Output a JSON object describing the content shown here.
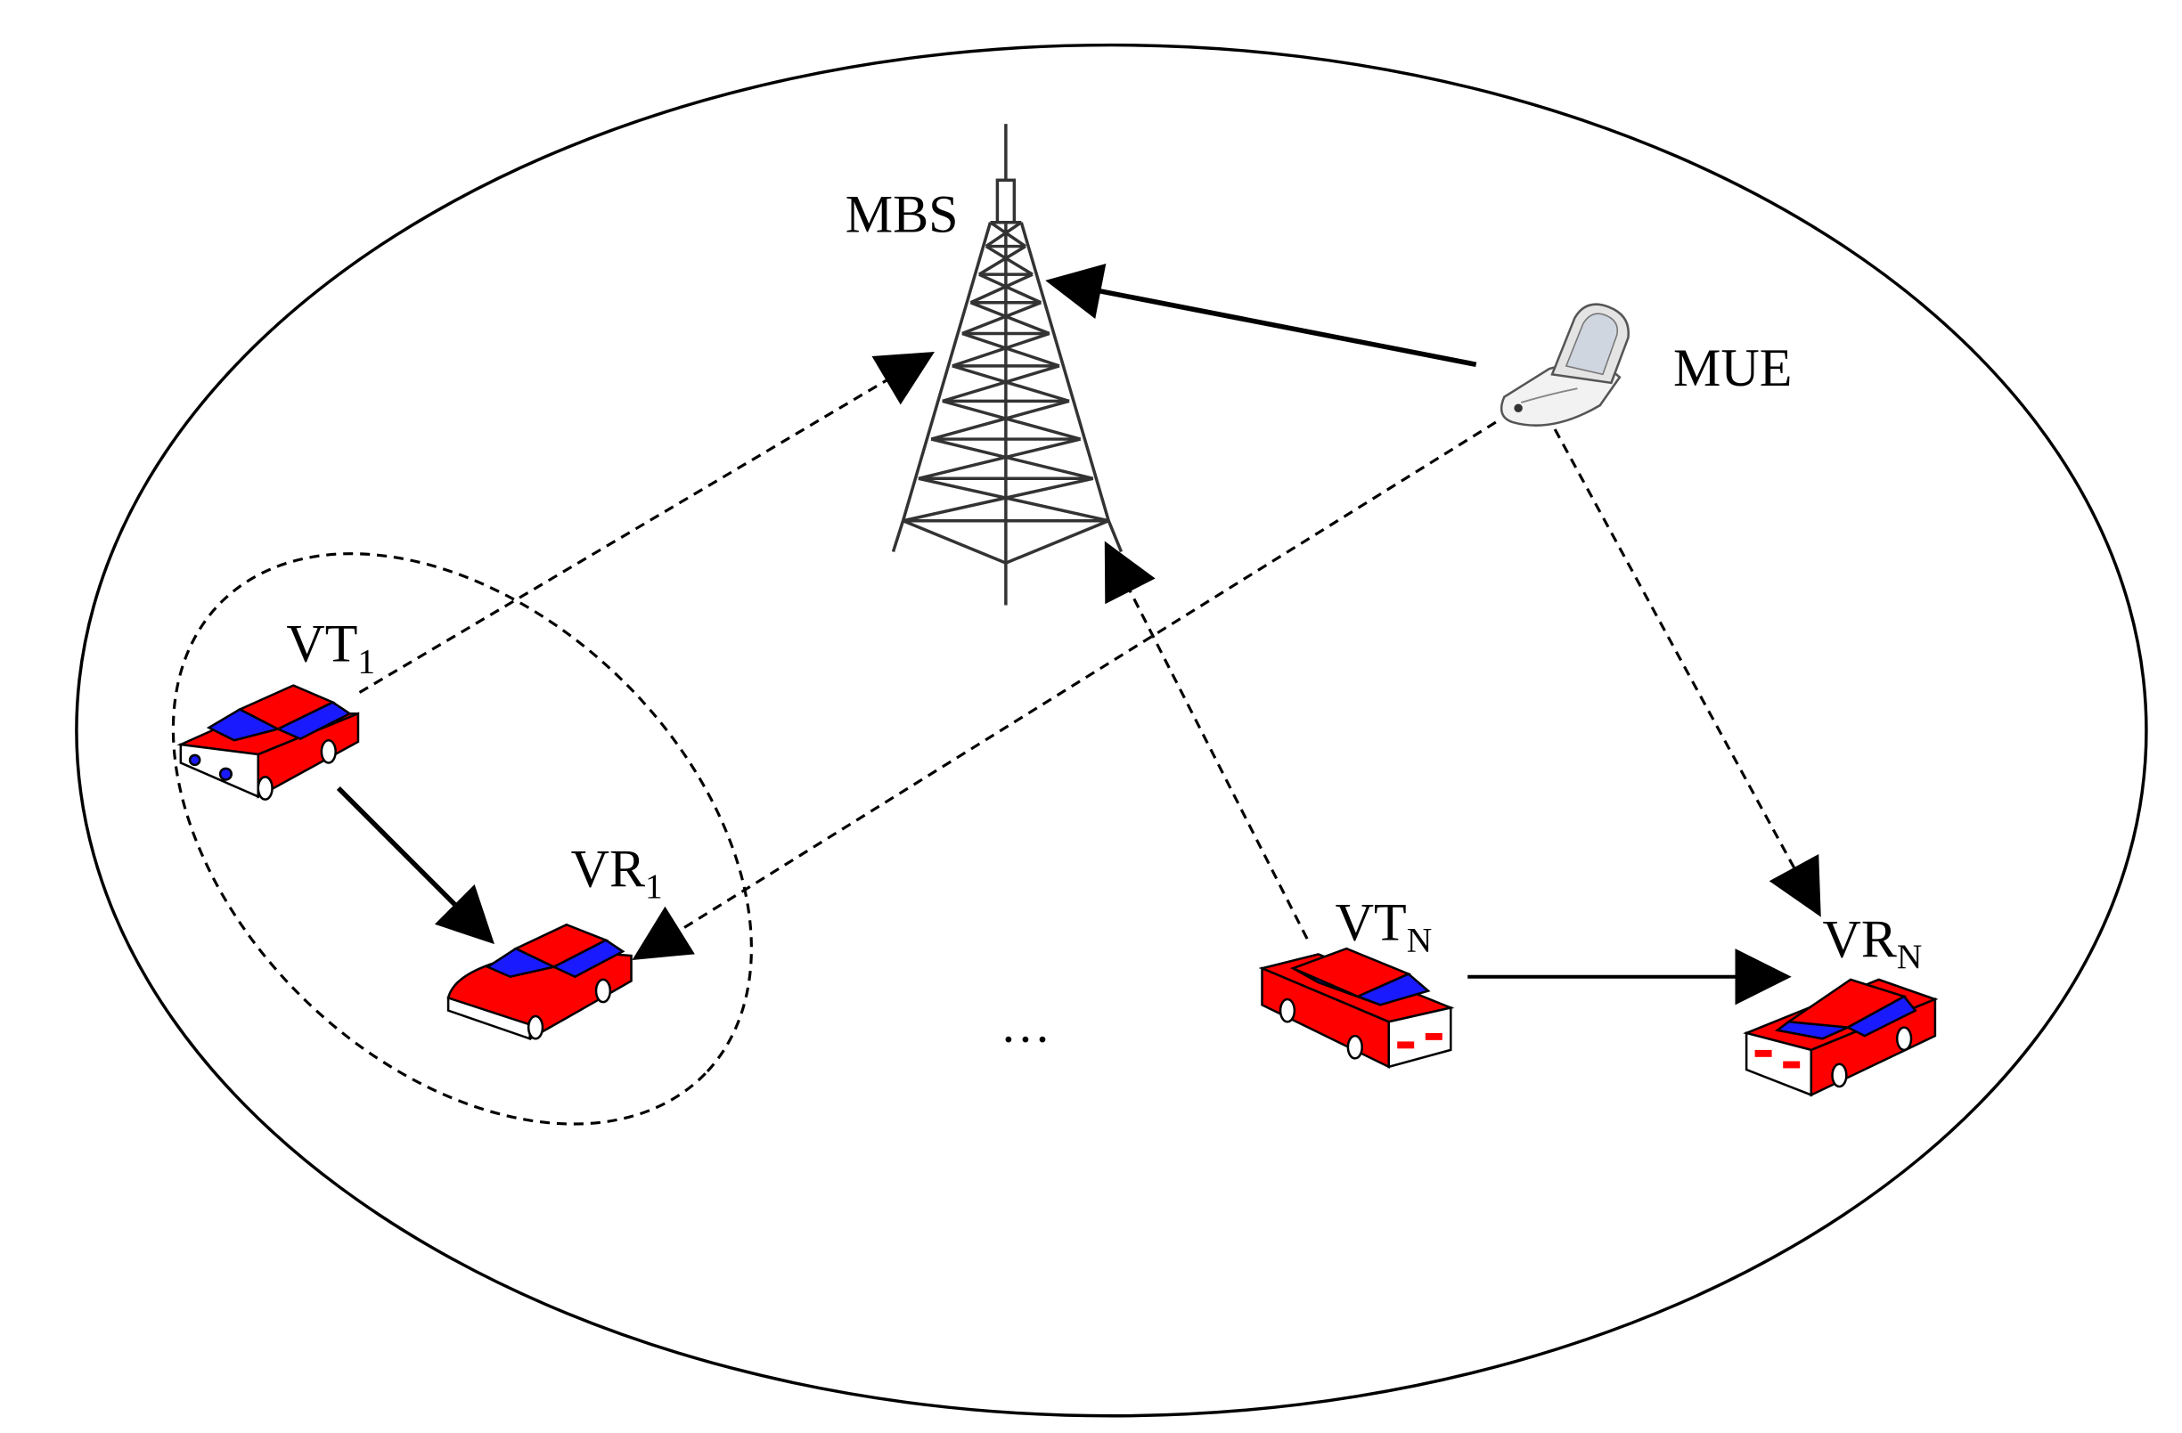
{
  "nodes": {
    "mbs": {
      "label": "MBS"
    },
    "mue": {
      "label": "MUE"
    },
    "vt1": {
      "label": "VT",
      "sub": "1"
    },
    "vr1": {
      "label": "VR",
      "sub": "1"
    },
    "vtn": {
      "label": "VT",
      "sub": "N"
    },
    "vrn": {
      "label": "VR",
      "sub": "N"
    }
  },
  "ellipsis": "…",
  "colors": {
    "car_body": "#ff0000",
    "car_glass": "#1a1aff",
    "line": "#000000",
    "tower": "#333333"
  }
}
